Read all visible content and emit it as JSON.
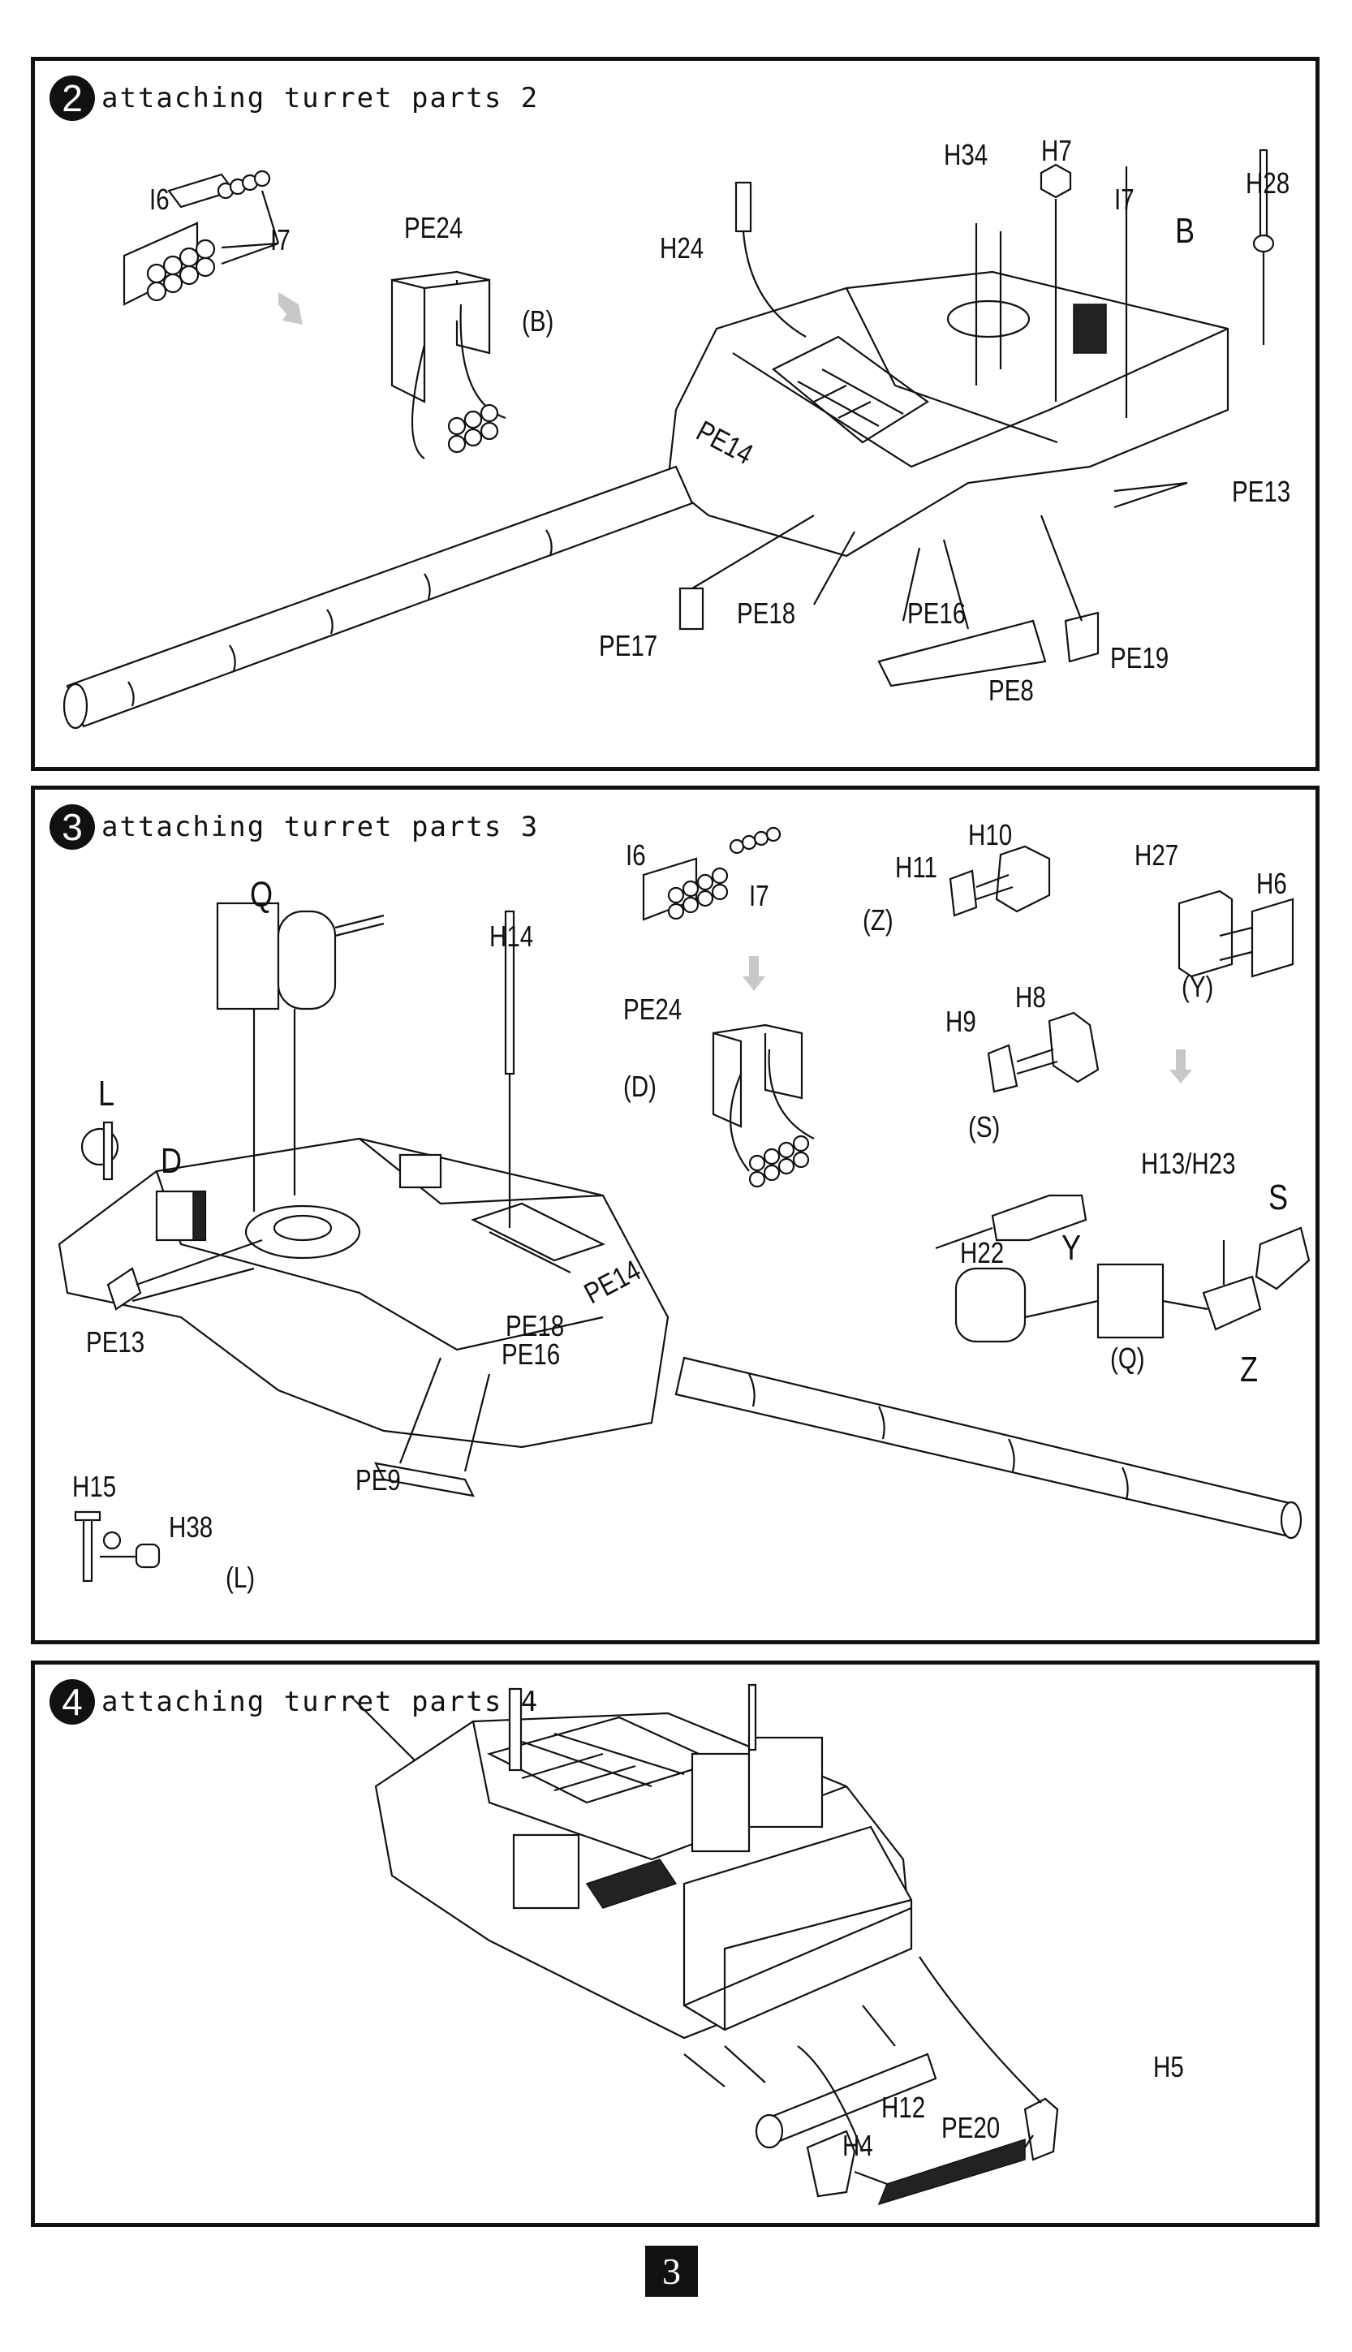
{
  "page": {
    "number": "3"
  },
  "steps": [
    {
      "number": "2",
      "title": "attaching turret parts 2",
      "labels": {
        "i6": "I6",
        "i7": "I7",
        "pe24": "PE24",
        "b_sub": "(B)",
        "h24": "H24",
        "h34": "H34",
        "h7": "H7",
        "i7b": "I7",
        "b": "B",
        "h28": "H28",
        "pe14": "PE14",
        "pe13": "PE13",
        "pe17": "PE17",
        "pe18": "PE18",
        "pe16": "PE16",
        "pe8": "PE8",
        "pe19": "PE19"
      }
    },
    {
      "number": "3",
      "title": "attaching turret parts 3",
      "labels": {
        "q": "Q",
        "h14": "H14",
        "l": "L",
        "d": "D",
        "pe13": "PE13",
        "pe14": "PE14",
        "pe18": "PE18",
        "pe16": "PE16",
        "pe9": "PE9",
        "h15": "H15",
        "h38": "H38",
        "l_sub": "(L)",
        "i6": "I6",
        "i7": "I7",
        "pe24": "PE24",
        "d_sub": "(D)",
        "h11": "H11",
        "h10": "H10",
        "z_sub": "(Z)",
        "h9": "H9",
        "h8": "H8",
        "s_sub": "(S)",
        "h27": "H27",
        "h6": "H6",
        "y_sub": "(Y)",
        "h13_h23": "H13/H23",
        "s": "S",
        "h22": "H22",
        "y": "Y",
        "q_sub": "(Q)",
        "z": "Z"
      }
    },
    {
      "number": "4",
      "title": "attaching turret parts 4",
      "labels": {
        "h5": "H5",
        "h12": "H12",
        "h4": "H4",
        "pe20": "PE20"
      }
    }
  ]
}
